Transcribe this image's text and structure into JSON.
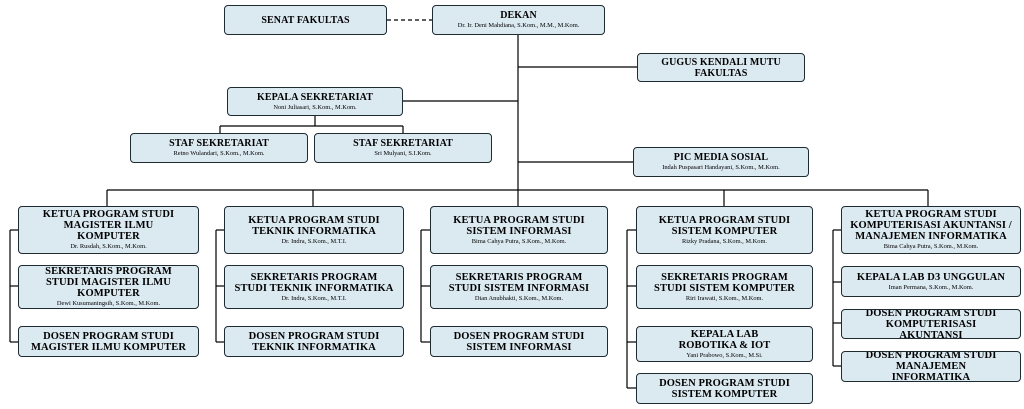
{
  "org": {
    "senat": {
      "title": "SENAT FAKULTAS"
    },
    "dekan": {
      "title": "DEKAN",
      "name": "Dr. Ir. Deni Mahdiana, S.Kom., M.M., M.Kom."
    },
    "gugus": {
      "title": "GUGUS KENDALI MUTU FAKULTAS"
    },
    "kepsek": {
      "title": "KEPALA SEKRETARIAT",
      "name": "Noni Juliasari, S.Kom., M.Kom."
    },
    "staf1": {
      "title": "STAF SEKRETARIAT",
      "name": "Retno Wulandari, S.Kom., M.Kom."
    },
    "staf2": {
      "title": "STAF SEKRETARIAT",
      "name": "Sri Mulyani, S.I.Kom."
    },
    "pic": {
      "title": "PIC MEDIA SOSIAL",
      "name": "Indah Puspasari Handayani, S.Kom., M.Kom."
    },
    "c1": {
      "kaprodi": {
        "title": "KETUA PROGRAM STUDI MAGISTER ILMU KOMPUTER",
        "name": "Dr. Rusdah, S.Kom., M.Kom."
      },
      "sek": {
        "title": "SEKRETARIS PROGRAM STUDI MAGISTER ILMU KOMPUTER",
        "name": "Dewi Kusumaningsih, S.Kom., M.Kom."
      },
      "dosen": {
        "title": "DOSEN PROGRAM STUDI MAGISTER ILMU KOMPUTER"
      }
    },
    "c2": {
      "kaprodi": {
        "title": "KETUA PROGRAM STUDI TEKNIK INFORMATIKA",
        "name": "Dr. Indra, S.Kom., M.T.I."
      },
      "sek": {
        "title": "SEKRETARIS PROGRAM STUDI TEKNIK INFORMATIKA",
        "name": "Dr. Indra, S.Kom., M.T.I."
      },
      "dosen": {
        "title": "DOSEN PROGRAM STUDI TEKNIK INFORMATIKA"
      }
    },
    "c3": {
      "kaprodi": {
        "title": "KETUA PROGRAM STUDI SISTEM INFORMASI",
        "name": "Bima Cahya Putra, S.Kom., M.Kom."
      },
      "sek": {
        "title": "SEKRETARIS PROGRAM STUDI SISTEM INFORMASI",
        "name": "Dian Anubhakti, S.Kom., M.Kom."
      },
      "dosen": {
        "title": "DOSEN PROGRAM STUDI SISTEM INFORMASI"
      }
    },
    "c4": {
      "kaprodi": {
        "title": "KETUA PROGRAM STUDI SISTEM KOMPUTER",
        "name": "Rizky Pradana, S.Kom., M.Kom."
      },
      "sek": {
        "title": "SEKRETARIS PROGRAM STUDI SISTEM KOMPUTER",
        "name": "Riri Irawati, S.Kom., M.Kom."
      },
      "lab": {
        "title": "KEPALA LAB ROBOTIKA & IOT",
        "name": "Yani Prabowo, S.Kom., M.Si."
      },
      "dosen": {
        "title": "DOSEN PROGRAM STUDI SISTEM KOMPUTER"
      }
    },
    "c5": {
      "kaprodi": {
        "title": "KETUA PROGRAM STUDI KOMPUTERISASI AKUNTANSI / MANAJEMEN INFORMATIKA",
        "name": "Bima Cahya Putra, S.Kom., M.Kom."
      },
      "lab": {
        "title": "KEPALA LAB D3 UNGGULAN",
        "name": "Iman Permana, S.Kom., M.Kom."
      },
      "dosen_ka": {
        "title": "DOSEN PROGRAM STUDI KOMPUTERISASI AKUNTANSI"
      },
      "dosen_mi": {
        "title": "DOSEN PROGRAM STUDI MANAJEMEN INFORMATIKA"
      }
    }
  },
  "colors": {
    "box_fill": "#dbe9f1",
    "box_border": "#1e2b33",
    "line": "#000000"
  }
}
